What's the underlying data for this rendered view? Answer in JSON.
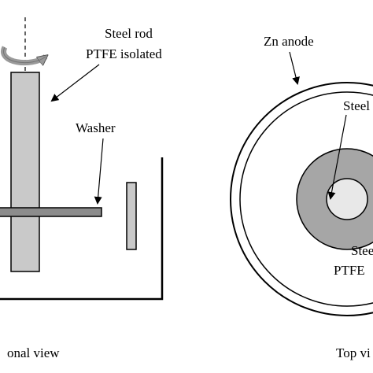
{
  "labels": {
    "steel_rod": "Steel rod",
    "ptfe_isolated": "PTFE isolated",
    "washer": "Washer",
    "zn_anode": "Zn anode",
    "steel_top": "Steel",
    "steel_top_lower": "Steel",
    "ptfe_top": "PTFE",
    "cross_sectional_view": "onal view",
    "top_view": "Top vi"
  },
  "colors": {
    "outline": "#000000",
    "steel_fill": "#c9c9c9",
    "washer_fill": "#8c8c8c",
    "ptfe_ring_fill": "#a6a6a6",
    "anode_ring_fill": "#ffffff",
    "center_fill": "#e8e8e8"
  }
}
